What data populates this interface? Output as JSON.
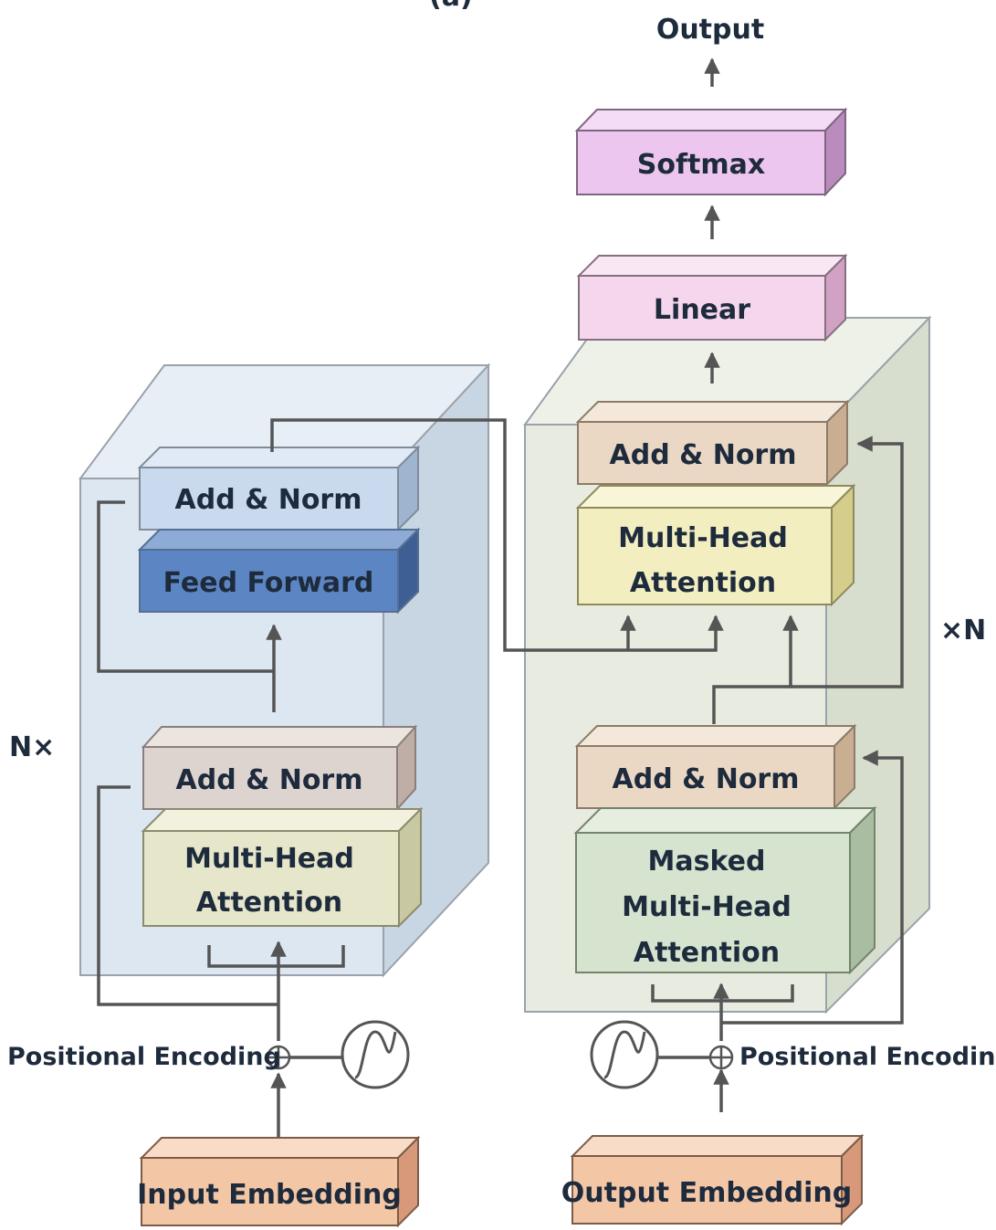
{
  "title_partial": "(a)",
  "output_label": "Output",
  "encoder": {
    "repeat_label": "N×",
    "add_norm_top": "Add & Norm",
    "feed_forward": "Feed Forward",
    "add_norm_bottom": "Add & Norm",
    "attention_line1": "Multi-Head",
    "attention_line2": "Attention",
    "positional_encoding": "Positional Encoding",
    "embedding": "Input Embedding"
  },
  "decoder": {
    "repeat_label": "×N",
    "softmax": "Softmax",
    "linear": "Linear",
    "add_norm_top": "Add & Norm",
    "cross_attention_line1": "Multi-Head",
    "cross_attention_line2": "Attention",
    "add_norm_bottom": "Add & Norm",
    "masked_line1": "Masked",
    "masked_line2": "Multi-Head",
    "masked_line3": "Attention",
    "positional_encoding": "Positional Encoding",
    "embedding": "Output Embedding"
  },
  "colors": {
    "encoder_container": "#dde7f2",
    "decoder_container": "#e8ece0",
    "add_norm_encoder_top": "#c9daee",
    "feed_forward": "#5b85c3",
    "add_norm_encoder_bottom": "#ddd3cf",
    "attention_encoder": "#e6e6ca",
    "add_norm_decoder": "#ead8c4",
    "attention_decoder": "#f2eec0",
    "masked_attention": "#d6e3cf",
    "linear": "#f5d6ec",
    "softmax": "#ecc6ee",
    "embedding": "#f3c6a6"
  },
  "icons": [
    "sinusoid-icon",
    "add-circle-icon",
    "arrow-up-icon"
  ]
}
